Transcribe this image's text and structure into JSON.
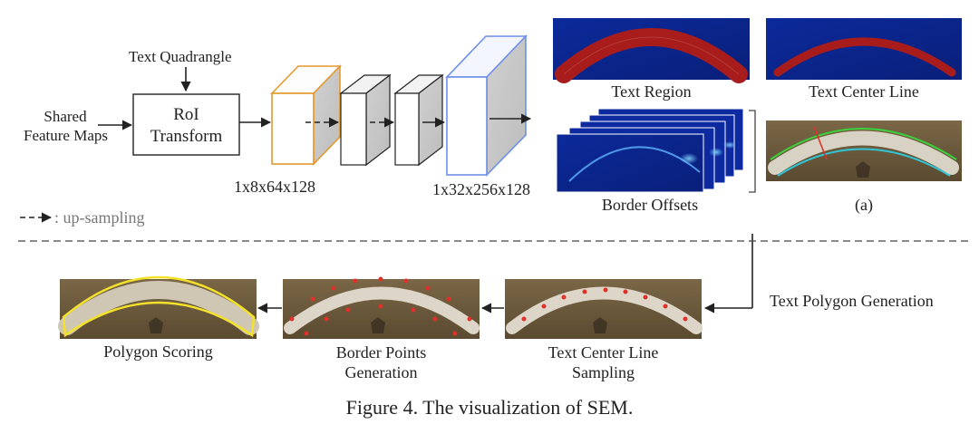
{
  "labels": {
    "text_quadrangle": "Text Quadrangle",
    "shared_feature_maps_line1": "Shared",
    "shared_feature_maps_line2": "Feature Maps",
    "roi_transform_line1": "RoI",
    "roi_transform_line2": "Transform",
    "dims_small": "1x8x64x128",
    "dims_large": "1x32x256x128",
    "legend_upsampling": ": up-sampling",
    "text_region": "Text Region",
    "text_center_line": "Text Center Line",
    "border_offsets": "Border Offsets",
    "sub_a": "(a)",
    "text_polygon_generation": "Text Polygon Generation",
    "polygon_scoring": "Polygon Scoring",
    "border_points_line1": "Border Points",
    "border_points_line2": "Generation",
    "tcl_sampling_line1": "Text Center Line",
    "tcl_sampling_line2": "Sampling"
  },
  "caption": "Figure 4. The visualization of SEM.",
  "colors": {
    "orange_block": "#e39a2d",
    "blue_block": "#6f8fe8",
    "map_background": "#1f3fa8",
    "map_red": "#a81c1c",
    "photo_brown": "#6b5a3c",
    "green_outline": "#3bd13b",
    "cyan_outline": "#2fc6d8",
    "yellow_outline": "#f3e12a",
    "red_points": "#e0302a"
  }
}
